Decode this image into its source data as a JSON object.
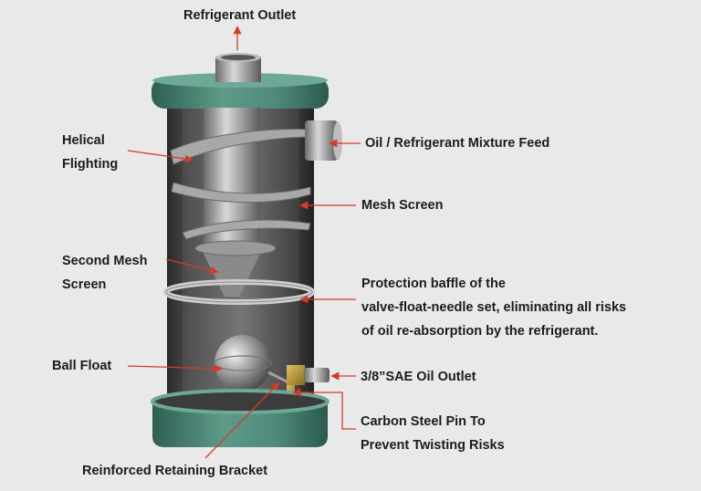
{
  "labels": {
    "refrigerant_outlet": "Refrigerant Outlet",
    "helical_flighting": [
      "Helical",
      "Flighting"
    ],
    "mixture_feed": "Oil / Refrigerant Mixture Feed",
    "mesh_screen": "Mesh Screen",
    "second_mesh_screen": [
      "Second Mesh",
      "Screen"
    ],
    "protection_baffle": [
      "Protection baffle of the",
      "valve-float-needle set, eliminating all risks",
      "of oil re-absorption by the refrigerant."
    ],
    "ball_float": "Ball Float",
    "oil_outlet": "3/8”SAE Oil Outlet",
    "carbon_steel_pin": [
      "Carbon Steel Pin To",
      "Prevent Twisting Risks"
    ],
    "retaining_bracket": "Reinforced Retaining Bracket"
  },
  "colors": {
    "background": "#e9e9e9",
    "end_cap": "#4f8a7a",
    "arrow": "#d63a2a",
    "text": "#1c1c1c"
  }
}
